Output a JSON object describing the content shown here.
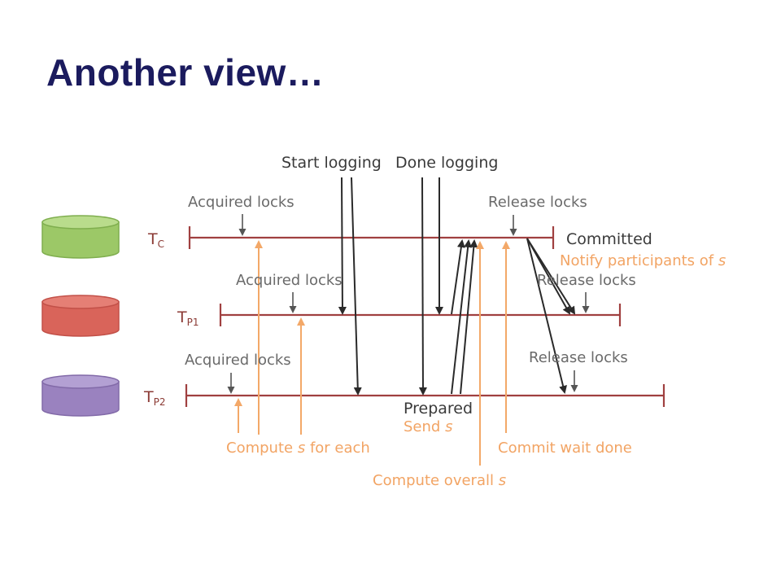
{
  "title": "Another view…",
  "colors": {
    "title": "#1b1b5e",
    "timeline": "#a04040",
    "arrow_dark": "#2a2a2a",
    "arrow_orange": "#f3a868",
    "db_coordinator": "#9cc867",
    "db_participant1": "#d9645a",
    "db_participant2": "#9a82bf"
  },
  "transactions": {
    "tc": {
      "main": "T",
      "sub": "C"
    },
    "tp1": {
      "main": "T",
      "sub": "P1"
    },
    "tp2": {
      "main": "T",
      "sub": "P2"
    }
  },
  "labels": {
    "start_logging": "Start logging",
    "done_logging": "Done logging",
    "acquired_locks_tc": "Acquired locks",
    "acquired_locks_tp1": "Acquired locks",
    "acquired_locks_tp2": "Acquired locks",
    "release_locks_tc": "Release locks",
    "release_locks_tp1": "Release locks",
    "release_locks_tp2": "Release locks",
    "committed": "Committed",
    "notify_participants": "Notify participants of",
    "notify_var": "s",
    "prepared": "Prepared",
    "send": "Send",
    "send_var": "s",
    "compute_each_pre": "Compute",
    "compute_each_var": "s",
    "compute_each_post": "for each",
    "commit_wait_done": "Commit wait done",
    "compute_overall": "Compute overall",
    "compute_overall_var": "s"
  }
}
